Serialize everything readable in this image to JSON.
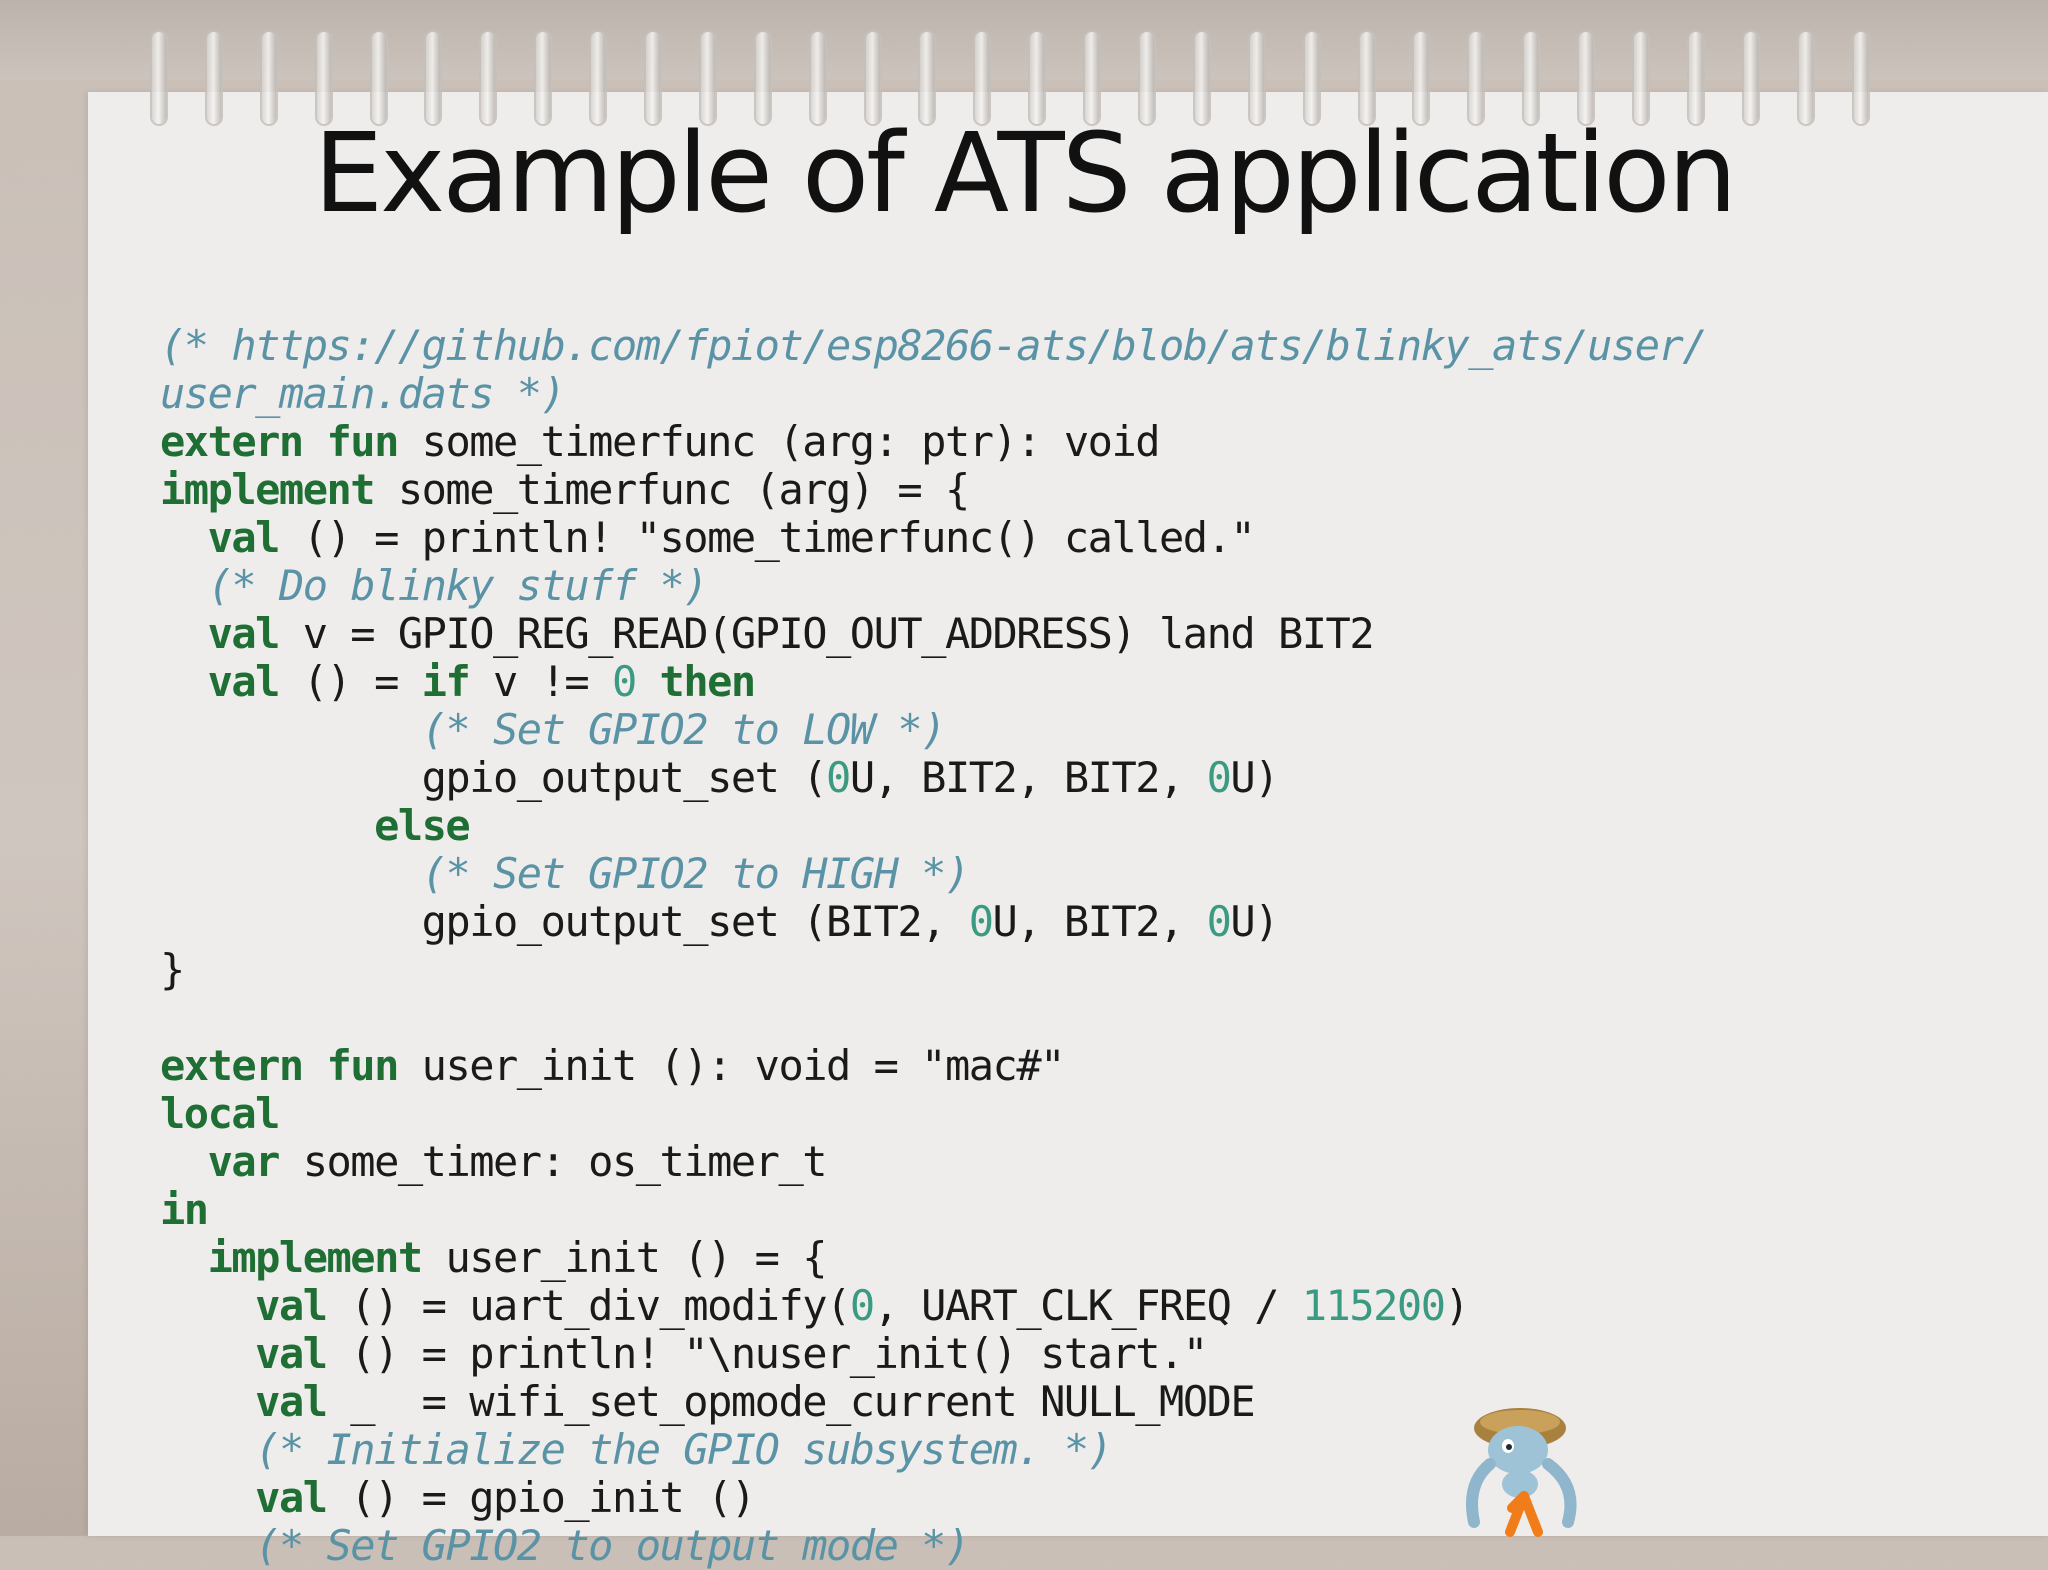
{
  "slide": {
    "title": "Example of ATS application"
  },
  "code_lines": [
    [
      {
        "t": "(* https://github.com/fpiot/esp8266-ats/blob/ats/blinky_ats/user/",
        "c": "cm"
      }
    ],
    [
      {
        "t": "user_main.dats *)",
        "c": "cm"
      }
    ],
    [
      {
        "t": "extern fun",
        "c": "kw"
      },
      {
        "t": " some_timerfunc (arg: ptr): void",
        "c": ""
      }
    ],
    [
      {
        "t": "implement",
        "c": "kw"
      },
      {
        "t": " some_timerfunc (arg) = {",
        "c": ""
      }
    ],
    [
      {
        "t": "  ",
        "c": ""
      },
      {
        "t": "val",
        "c": "kw"
      },
      {
        "t": " () = println! \"some_timerfunc() called.\"",
        "c": ""
      }
    ],
    [
      {
        "t": "  ",
        "c": ""
      },
      {
        "t": "(* Do blinky stuff *)",
        "c": "cm"
      }
    ],
    [
      {
        "t": "  ",
        "c": ""
      },
      {
        "t": "val",
        "c": "kw"
      },
      {
        "t": " v = GPIO_REG_READ(GPIO_OUT_ADDRESS) land BIT2",
        "c": ""
      }
    ],
    [
      {
        "t": "  ",
        "c": ""
      },
      {
        "t": "val",
        "c": "kw"
      },
      {
        "t": " () = ",
        "c": ""
      },
      {
        "t": "if",
        "c": "kw"
      },
      {
        "t": " v != ",
        "c": ""
      },
      {
        "t": "0",
        "c": "num"
      },
      {
        "t": " ",
        "c": ""
      },
      {
        "t": "then",
        "c": "kw"
      }
    ],
    [
      {
        "t": "           ",
        "c": ""
      },
      {
        "t": "(* Set GPIO2 to LOW *)",
        "c": "cm"
      }
    ],
    [
      {
        "t": "           gpio_output_set (",
        "c": ""
      },
      {
        "t": "0",
        "c": "num"
      },
      {
        "t": "U, BIT2, BIT2, ",
        "c": ""
      },
      {
        "t": "0",
        "c": "num"
      },
      {
        "t": "U)",
        "c": ""
      }
    ],
    [
      {
        "t": "         ",
        "c": ""
      },
      {
        "t": "else",
        "c": "kw"
      }
    ],
    [
      {
        "t": "           ",
        "c": ""
      },
      {
        "t": "(* Set GPIO2 to HIGH *)",
        "c": "cm"
      }
    ],
    [
      {
        "t": "           gpio_output_set (BIT2, ",
        "c": ""
      },
      {
        "t": "0",
        "c": "num"
      },
      {
        "t": "U, BIT2, ",
        "c": ""
      },
      {
        "t": "0",
        "c": "num"
      },
      {
        "t": "U)",
        "c": ""
      }
    ],
    [
      {
        "t": "}",
        "c": ""
      }
    ],
    [
      {
        "t": "",
        "c": ""
      }
    ],
    [
      {
        "t": "extern fun",
        "c": "kw"
      },
      {
        "t": " user_init (): void = \"mac#\"",
        "c": ""
      }
    ],
    [
      {
        "t": "local",
        "c": "kw"
      }
    ],
    [
      {
        "t": "  ",
        "c": ""
      },
      {
        "t": "var",
        "c": "kw"
      },
      {
        "t": " some_timer: os_timer_t",
        "c": ""
      }
    ],
    [
      {
        "t": "in",
        "c": "kw"
      }
    ],
    [
      {
        "t": "  ",
        "c": ""
      },
      {
        "t": "implement",
        "c": "kw"
      },
      {
        "t": " user_init () = {",
        "c": ""
      }
    ],
    [
      {
        "t": "    ",
        "c": ""
      },
      {
        "t": "val",
        "c": "kw"
      },
      {
        "t": " () = uart_div_modify(",
        "c": ""
      },
      {
        "t": "0",
        "c": "num"
      },
      {
        "t": ", UART_CLK_FREQ / ",
        "c": ""
      },
      {
        "t": "115200",
        "c": "num"
      },
      {
        "t": ")",
        "c": ""
      }
    ],
    [
      {
        "t": "    ",
        "c": ""
      },
      {
        "t": "val",
        "c": "kw"
      },
      {
        "t": " () = println! \"\\nuser_init() start.\"",
        "c": ""
      }
    ],
    [
      {
        "t": "    ",
        "c": ""
      },
      {
        "t": "val",
        "c": "kw"
      },
      {
        "t": " _  = wifi_set_opmode_current NULL_MODE",
        "c": ""
      }
    ],
    [
      {
        "t": "    ",
        "c": ""
      },
      {
        "t": "(* Initialize the GPIO subsystem. *)",
        "c": "cm"
      }
    ],
    [
      {
        "t": "    ",
        "c": ""
      },
      {
        "t": "val",
        "c": "kw"
      },
      {
        "t": " () = gpio_init ()",
        "c": ""
      }
    ],
    [
      {
        "t": "    ",
        "c": ""
      },
      {
        "t": "(* Set GPIO2 to output mode *)",
        "c": "cm"
      }
    ]
  ],
  "mascot": {
    "icon": "ats-mascot-crab-icon"
  }
}
